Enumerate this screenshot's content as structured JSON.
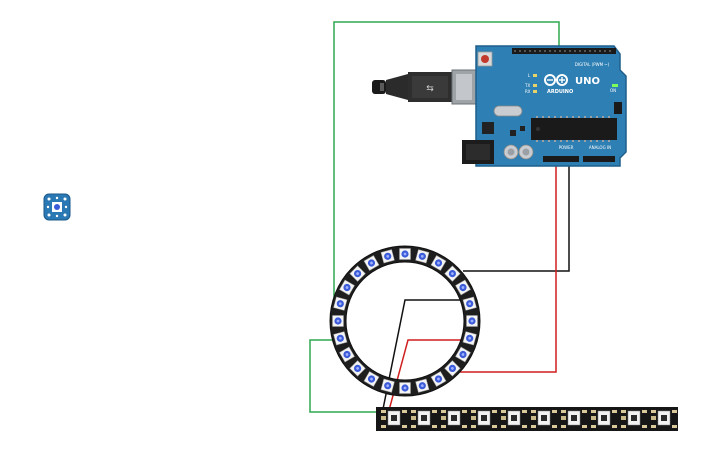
{
  "board": {
    "model": "UNO",
    "brand": "ARDUINO",
    "header_digital": "DIGITAL (PWM ~)",
    "header_power": "POWER",
    "header_analog": "ANALOG IN",
    "led_on": "ON",
    "led_tx": "TX",
    "led_rx": "RX",
    "led_l": "L"
  },
  "colors": {
    "board": "#2e7fb3",
    "board_edge": "#1f5f8c",
    "wire_green": "#2fa84f",
    "wire_red": "#d11f1f",
    "wire_black": "#111111",
    "pixel_blue": "#3b5bd9",
    "module_blue": "#2a78b4"
  },
  "components": {
    "ring_pixel_count": 24,
    "strip_pixel_count": 10,
    "single_pixel_icon": "neopixel-jewel-icon",
    "usb_icon": "usb-cable-icon"
  }
}
